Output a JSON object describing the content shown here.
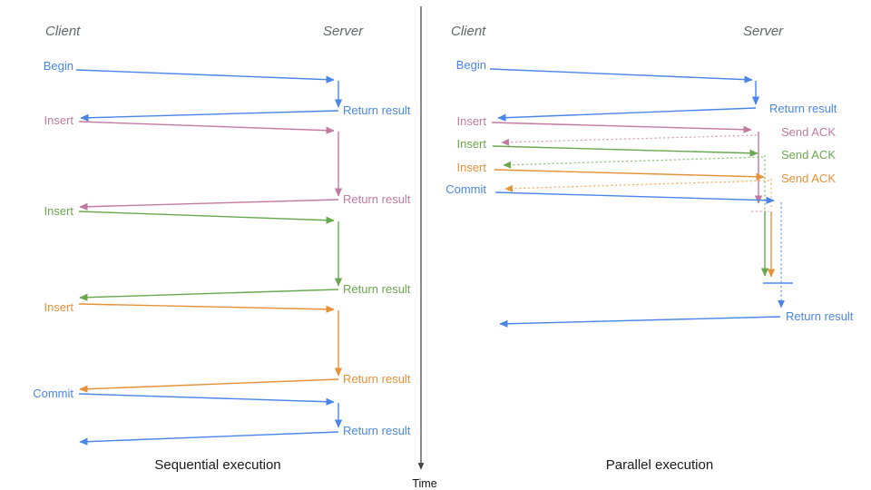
{
  "left_panel": {
    "client_header": "Client",
    "server_header": "Server",
    "title": "Sequential execution",
    "operations": [
      {
        "label": "Begin",
        "color": "#4a86e8",
        "response": "Return result"
      },
      {
        "label": "Insert",
        "color": "#c27ba0",
        "response": "Return result"
      },
      {
        "label": "Insert",
        "color": "#6aa84f",
        "response": "Return result"
      },
      {
        "label": "Insert",
        "color": "#e69138",
        "response": "Return result"
      },
      {
        "label": "Commit",
        "color": "#4a86e8",
        "response": "Return result"
      }
    ]
  },
  "right_panel": {
    "client_header": "Client",
    "server_header": "Server",
    "title": "Parallel execution",
    "operations": [
      {
        "label": "Begin",
        "color": "#4a86e8",
        "response": "Return result"
      },
      {
        "label": "Insert",
        "color": "#c27ba0",
        "ack": "Send ACK"
      },
      {
        "label": "Insert",
        "color": "#6aa84f",
        "ack": "Send ACK"
      },
      {
        "label": "Insert",
        "color": "#e69138",
        "ack": "Send ACK"
      },
      {
        "label": "Commit",
        "color": "#4a86e8",
        "response": "Return result"
      }
    ]
  },
  "time_axis": {
    "label": "Time"
  },
  "colors": {
    "blue": "#4a86e8",
    "light_blue": "#6d9eeb",
    "pink": "#c27ba0",
    "light_pink": "#d5a6bd",
    "green": "#6aa84f",
    "light_green": "#93c47d",
    "orange": "#e69138",
    "light_orange": "#f6b26b",
    "header_gray": "#63676c",
    "title_black": "#1a1a1c",
    "axis_gray": "#3d3f42"
  }
}
